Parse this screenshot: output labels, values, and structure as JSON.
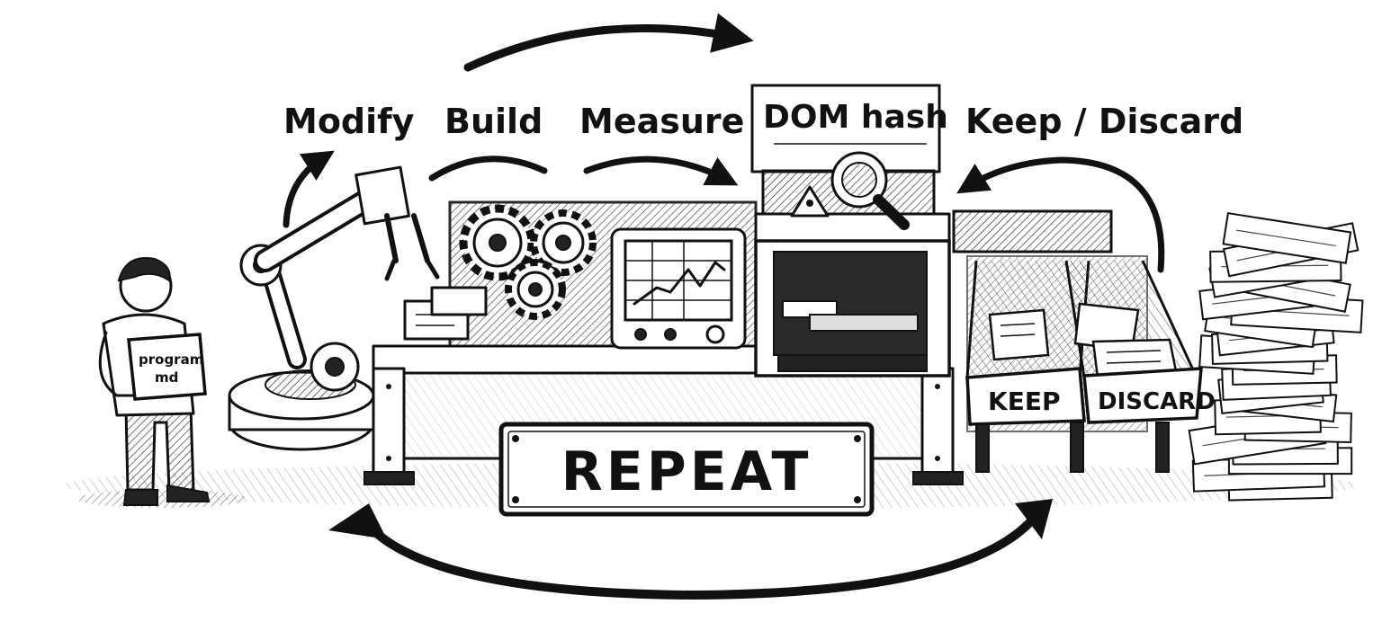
{
  "steps": {
    "modify": "Modify",
    "build": "Build",
    "measure": "Measure",
    "dom_hash": "DOM hash",
    "keep_discard": "Keep / Discard"
  },
  "box_label": {
    "line1": "program",
    "line2": "md"
  },
  "bins": {
    "keep": "KEEP",
    "discard": "DISCARD"
  },
  "banner": "REPEAT",
  "icons": {
    "arm": "robotic-arm-icon",
    "gears": "gears-icon",
    "monitor": "chart-monitor-icon",
    "hash_machine": "hash-press-icon",
    "magnifier": "magnifier-icon",
    "lock": "lock-icon",
    "papers": "paper-stack-icon",
    "person": "person-icon"
  }
}
